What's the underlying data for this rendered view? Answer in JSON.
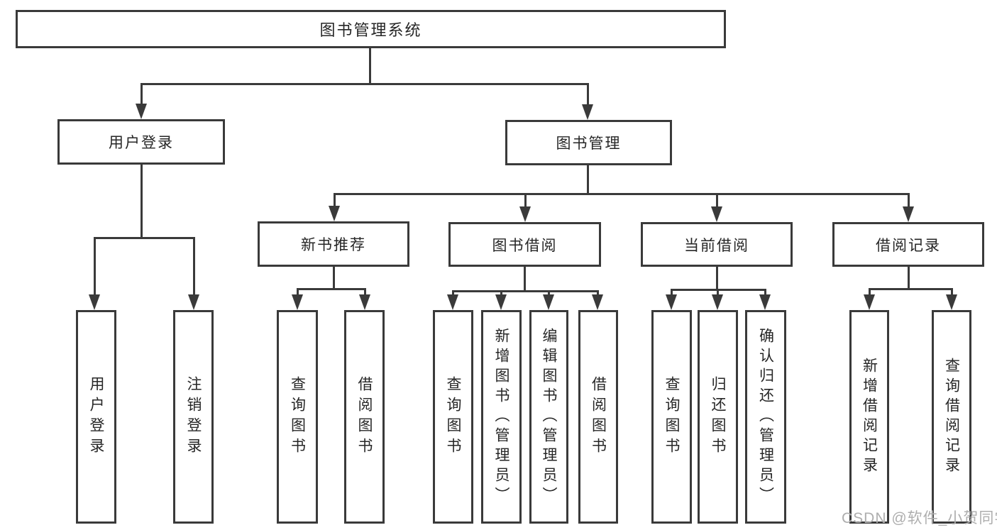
{
  "title": "图书管理系统",
  "nodes": {
    "user_login": "用户登录",
    "book_mgmt": "图书管理",
    "new_book": "新书推荐",
    "book_borrow": "图书借阅",
    "current_borrow": "当前借阅",
    "borrow_record": "借阅记录"
  },
  "leaves": {
    "user_login": [
      "用户登录",
      "注销登录"
    ],
    "new_book": [
      "查询图书",
      "借阅图书"
    ],
    "book_borrow": [
      "查询图书",
      "新增图书（管理员）",
      "编辑图书（管理员）",
      "借阅图书"
    ],
    "current_borrow": [
      "查询图书",
      "归还图书",
      "确认归还（管理员）"
    ],
    "borrow_record": [
      "新增借阅记录",
      "查询借阅记录"
    ]
  },
  "watermark": "CSDN @软件_小贺同学",
  "colors": {
    "line": "#3a3a3a",
    "text": "#262626",
    "watermark": "#aeaeae",
    "background": "#ffffff"
  }
}
